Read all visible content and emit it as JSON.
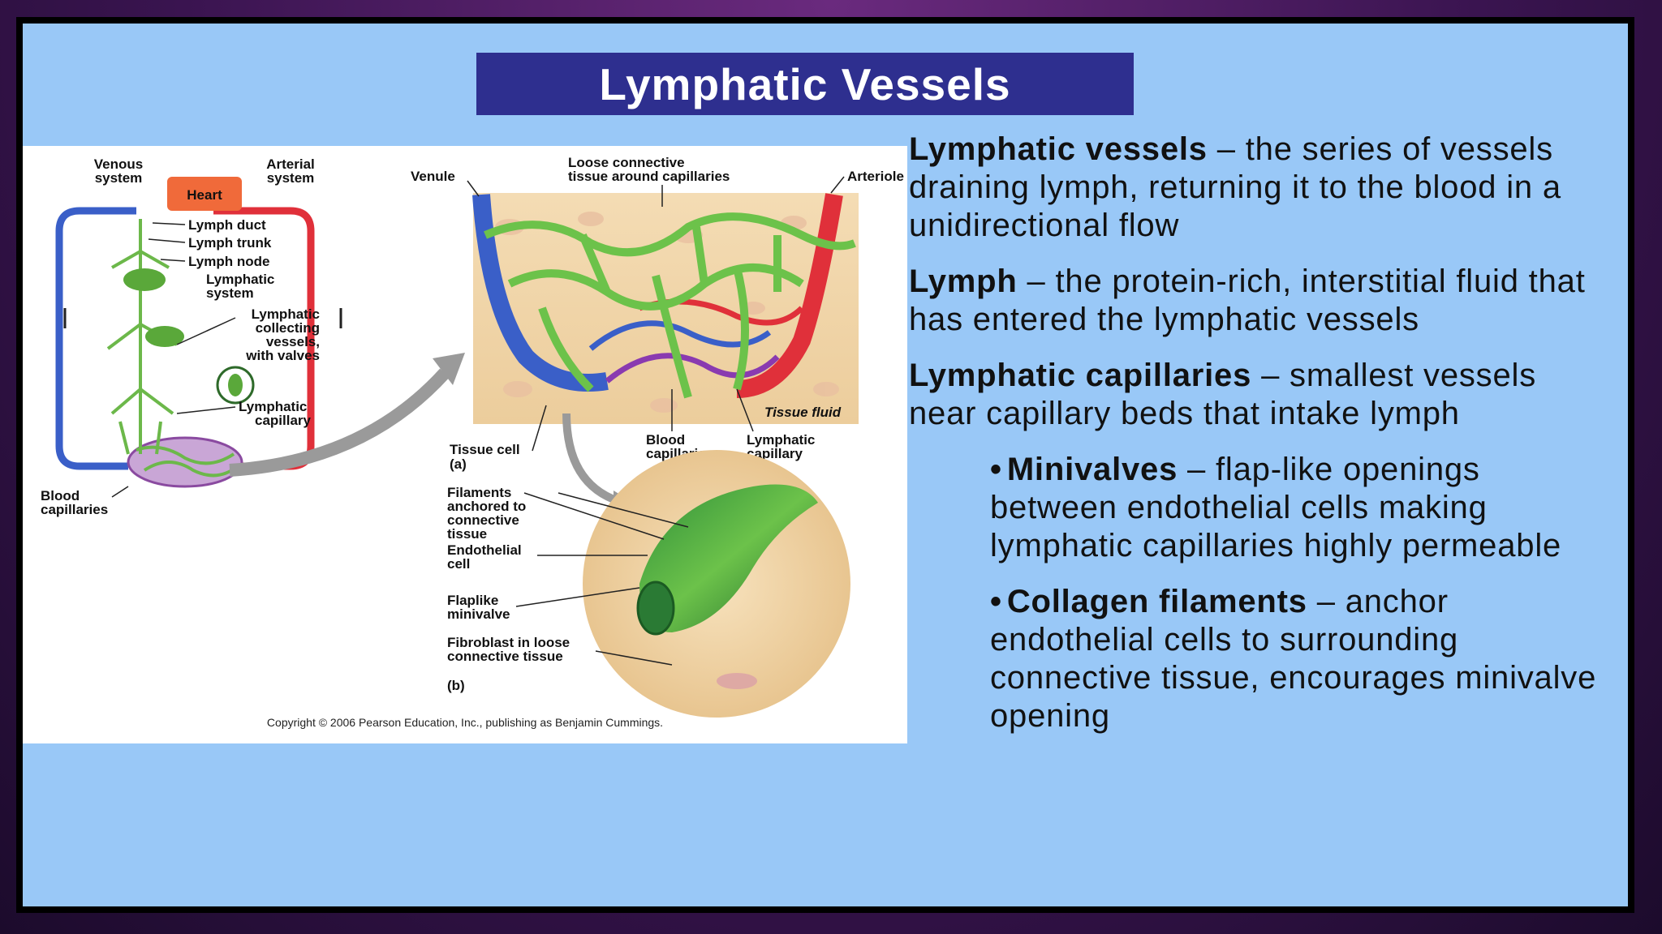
{
  "slide": {
    "title": "Lymphatic Vessels",
    "definitions": [
      {
        "term": "Lymphatic vessels",
        "text": " – the series of vessels draining lymph, returning it to the blood in a unidirectional flow"
      },
      {
        "term": "Lymph",
        "text": " – the protein-rich, interstitial fluid that has entered the lymphatic vessels"
      },
      {
        "term": "Lymphatic capillaries",
        "text": " – smallest vessels near capillary beds that intake lymph"
      }
    ],
    "bullets": [
      {
        "term": "Minivalves",
        "text": " – flap-like openings between endothelial cells making lymphatic capillaries highly permeable"
      },
      {
        "term": "Collagen filaments",
        "text": " – anchor endothelial cells to surrounding connective tissue, encourages minivalve opening"
      }
    ],
    "bullet_symbol": "•"
  },
  "figure": {
    "labels": {
      "venous_system_1": "Venous",
      "venous_system_2": "system",
      "arterial_system_1": "Arterial",
      "arterial_system_2": "system",
      "heart": "Heart",
      "lymph_duct": "Lymph duct",
      "lymph_trunk": "Lymph trunk",
      "lymph_node": "Lymph node",
      "lymphatic_system_1": "Lymphatic",
      "lymphatic_system_2": "system",
      "collecting_1": "Lymphatic",
      "collecting_2": "collecting",
      "collecting_3": "vessels,",
      "collecting_4": "with valves",
      "lymph_cap_left_1": "Lymphatic",
      "lymph_cap_left_2": "capillary",
      "blood_cap_left_1": "Blood",
      "blood_cap_left_2": "capillaries",
      "venule": "Venule",
      "loose_ct_1": "Loose connective",
      "loose_ct_2": "tissue around capillaries",
      "arteriole": "Arteriole",
      "tissue_fluid": "Tissue fluid",
      "tissue_cell": "Tissue cell",
      "part_a": "(a)",
      "blood_cap_right_1": "Blood",
      "blood_cap_right_2": "capillaries",
      "lymph_cap_right_1": "Lymphatic",
      "lymph_cap_right_2": "capillary",
      "filaments_1": "Filaments",
      "filaments_2": "anchored to",
      "filaments_3": "connective",
      "filaments_4": "tissue",
      "endothelial_1": "Endothelial",
      "endothelial_2": "cell",
      "flaplike_1": "Flaplike",
      "flaplike_2": "minivalve",
      "fibroblast_1": "Fibroblast in loose",
      "fibroblast_2": "connective tissue",
      "part_b": "(b)",
      "copyright": "Copyright © 2006 Pearson Education, Inc., publishing as Benjamin Cummings."
    }
  },
  "colors": {
    "slide_bg": "#99c8f7",
    "title_bg": "#2e2f8f",
    "vein": "#3a5fc8",
    "artery": "#e0303a",
    "lymph": "#6cb84a",
    "heart": "#f06a3a"
  }
}
